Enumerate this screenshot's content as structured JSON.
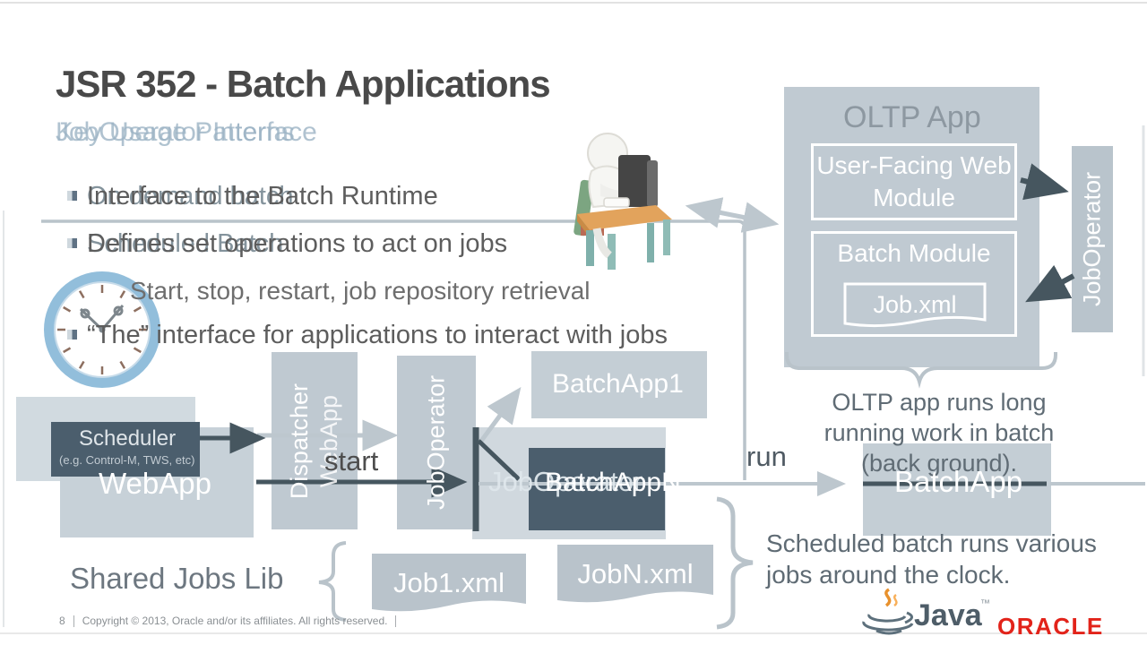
{
  "slide": {
    "title": "JSR 352 - Batch Applications",
    "ghost_subtitle": {
      "outgoing": "Key Usage Patterns",
      "incoming": "JobOperator Interface"
    },
    "bullets": {
      "b1_ghost": "On demand batch",
      "b1_main": "Interface to the Batch Runtime",
      "b2_ghost": "Scheduled Batch",
      "b2_main": "Defines set operations to act on jobs",
      "b2_sub": "Start, stop, restart, job repository retrieval",
      "b3": "“The” interface for applications to interact with jobs"
    }
  },
  "oltp": {
    "title": "OLTP App",
    "web_module": "User-Facing Web Module",
    "batch_module": "Batch Module",
    "job_xml": "Job.xml",
    "job_operator": "JobOperator",
    "caption": "OLTP app runs long running work in batch (back ground)."
  },
  "flow": {
    "scheduler": "Scheduler",
    "scheduler_note": "(e.g. Control-M, TWS, etc)",
    "webapp": "WebApp",
    "dispatcher_line1": "Dispatcher",
    "dispatcher_line2": "WebApp",
    "start_label": "start",
    "job_operator_vertical": "JobOperator",
    "batchapp1": "BatchApp1",
    "job_operator_ghost": "JobOperator",
    "batchappn": "BatchAppN",
    "run_label": "run",
    "batchapp": "BatchApp",
    "shared_jobs_lib": "Shared Jobs Lib",
    "job1_xml": "Job1.xml",
    "jobn_xml": "JobN.xml",
    "scheduled_caption": "Scheduled batch runs various jobs around the clock."
  },
  "footer": {
    "page_number": "8",
    "copyright": "Copyright © 2013, Oracle and/or its affiliates. All rights reserved."
  },
  "logos": {
    "java": "Java",
    "java_tm": "™",
    "oracle": "ORACLE"
  },
  "colors": {
    "box_light": "#c2ccd4",
    "box_dark": "#4b5e6d",
    "arrow_dark": "#46565f",
    "arrow_light": "#bdc7ce",
    "oracle_red": "#e2231a"
  }
}
